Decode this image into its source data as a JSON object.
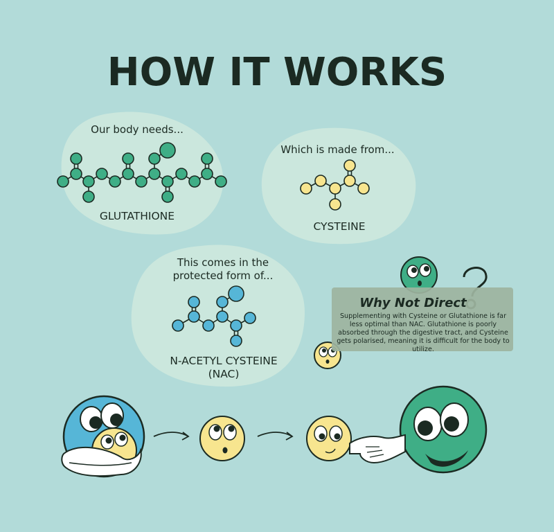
{
  "title": "HOW IT WORKS",
  "glutathione": {
    "intro": "Our body needs...",
    "label": "GLUTATHIONE"
  },
  "cysteine": {
    "intro": "Which is made from...",
    "label": "CYSTEINE"
  },
  "nac": {
    "intro_line1": "This comes in the",
    "intro_line2": "protected form of...",
    "label_line1": "N-ACETYL CYSTEINE",
    "label_line2": "(NAC)"
  },
  "why_not": {
    "title": "Why Not Direct",
    "body": "Supplementing with Cysteine or Glutathione is far less optimal than NAC. Glutathione is poorly absorbed through the digestive tract, and Cysteine gets polarised, meaning it is difficult for the body to utilize."
  },
  "colors": {
    "background": "#b2dbd9",
    "bubble": "#cbe7dd",
    "green_atom": "#3fae86",
    "yellow_atom": "#f7e58f",
    "blue_atom": "#56b6d7",
    "dark_outline": "#1b2a22"
  },
  "icons": [
    "question-mark-icon",
    "arrow-icon",
    "handshake-icon",
    "hug-icon"
  ]
}
